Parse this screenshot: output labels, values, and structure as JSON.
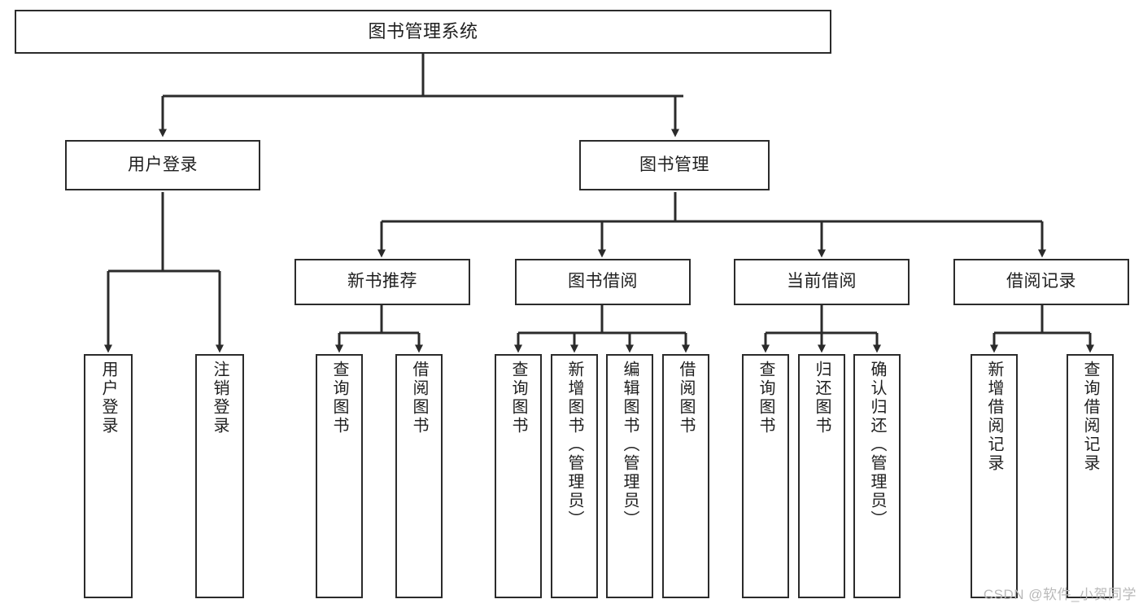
{
  "diagram": {
    "title": "图书管理系统",
    "root": {
      "label": "图书管理系统"
    },
    "level1": [
      {
        "label": "用户登录"
      },
      {
        "label": "图书管理"
      }
    ],
    "level2": [
      {
        "label": "新书推荐"
      },
      {
        "label": "图书借阅"
      },
      {
        "label": "当前借阅"
      },
      {
        "label": "借阅记录"
      }
    ],
    "leaves": {
      "user_login": [
        {
          "label": "用户登录"
        },
        {
          "label": "注销登录"
        }
      ],
      "new_book_recommend": [
        {
          "label": "查询图书"
        },
        {
          "label": "借阅图书"
        }
      ],
      "book_borrow": [
        {
          "label": "查询图书"
        },
        {
          "label": "新增图书（管理员）"
        },
        {
          "label": "编辑图书（管理员）"
        },
        {
          "label": "借阅图书"
        }
      ],
      "current_borrow": [
        {
          "label": "查询图书"
        },
        {
          "label": "归还图书"
        },
        {
          "label": "确认归还（管理员）"
        }
      ],
      "borrow_record": [
        {
          "label": "新增借阅记录"
        },
        {
          "label": "查询借阅记录"
        }
      ]
    }
  },
  "watermark": {
    "text": "CSDN @软件_小贺同学"
  },
  "colors": {
    "border": "#2b2b2b",
    "background": "#ffffff",
    "text": "#1f1f1f",
    "watermark": "#b9b9b9"
  }
}
